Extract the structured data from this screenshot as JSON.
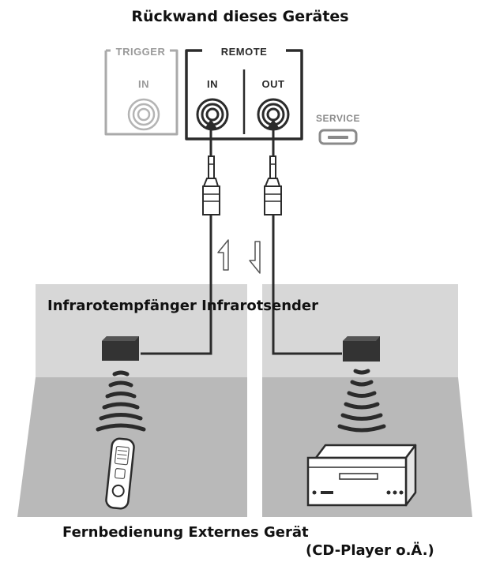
{
  "title": "Rückwand dieses Gerätes",
  "panel": {
    "trigger_label": "TRIGGER",
    "trigger_in_label": "IN",
    "remote_label": "REMOTE",
    "remote_in_label": "IN",
    "remote_out_label": "OUT",
    "service_label": "SERVICE"
  },
  "captions": {
    "receiver_sender": "Infrarotempfänger Infrarotsender",
    "remote_external": "Fernbedienung Externes Gerät",
    "cd_player": "(CD-Player o.Ä.)"
  },
  "colors": {
    "room_wall": "#d7d7d7",
    "room_floor": "#b9b9b9",
    "dark": "#2b2b2b",
    "muted": "#9a9a9a"
  }
}
